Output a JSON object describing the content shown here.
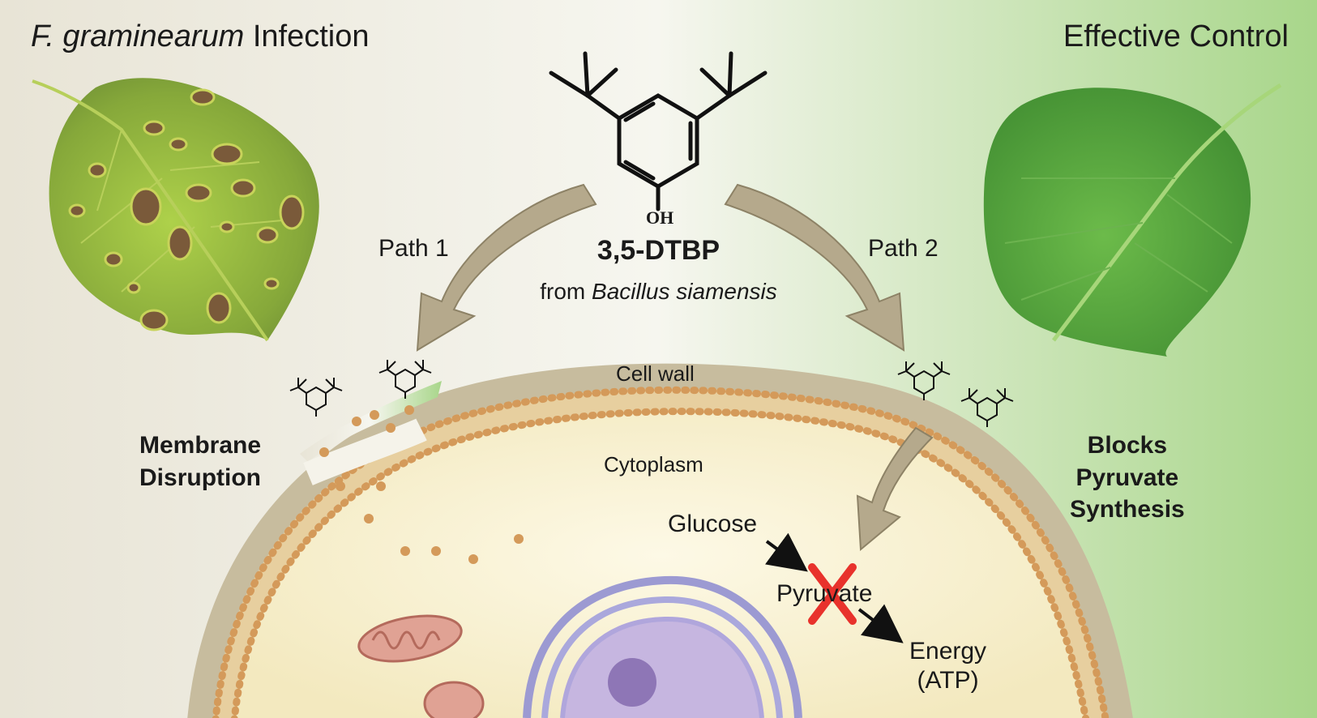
{
  "title_left": {
    "species": "F. graminearum",
    "rest": " Infection"
  },
  "title_right": "Effective Control",
  "compound": {
    "name": "3,5-DTBP",
    "source_prefix": "from ",
    "source_species": "Bacillus siamensis",
    "oh_label": "OH"
  },
  "paths": {
    "left": "Path 1",
    "right": "Path 2"
  },
  "cell": {
    "wall": "Cell wall",
    "cytoplasm": "Cytoplasm"
  },
  "effects": {
    "left": [
      "Membrane",
      "Disruption"
    ],
    "right": [
      "Blocks",
      "Pyruvate",
      "Synthesis"
    ]
  },
  "pathway": {
    "glucose": "Glucose",
    "pyruvate": "Pyruvate",
    "energy": "Energy",
    "atp": "(ATP)"
  },
  "colors": {
    "background_left": "#e8e4d6",
    "background_right": "#a8d68a",
    "leaf_diseased": "#8cab3a",
    "lesion": "#7a5a3a",
    "leaf_healthy": "#4f9a3a",
    "arrow": "#b5a98c",
    "membrane_head": "#d49a5a",
    "cytoplasm": "#fbf5d9",
    "block_x": "#e8322c",
    "nucleus": "#a890c9"
  }
}
